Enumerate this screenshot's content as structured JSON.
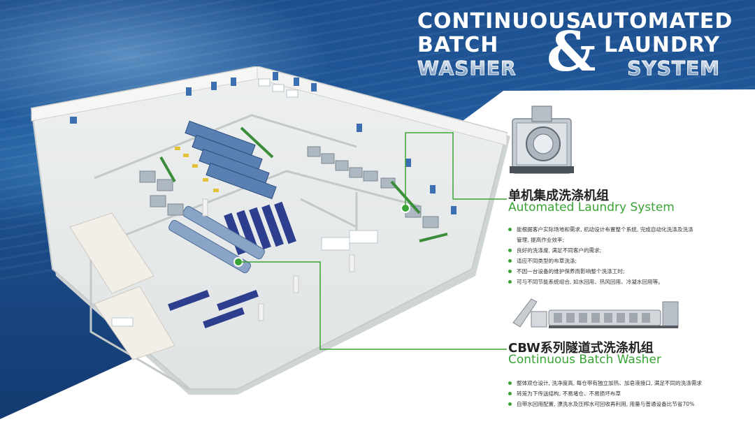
{
  "headline": {
    "left_lines": [
      "CONTINUOUS",
      "BATCH"
    ],
    "left_ghost": "WASHER",
    "ampersand": "&",
    "right_lines": [
      "AUTOMATED",
      "LAUNDRY"
    ],
    "right_ghost": "SYSTEM"
  },
  "automated": {
    "title_cn": "单机集成洗涤机组",
    "title_en": "Automated Laundry System",
    "bullets": [
      "能根据客户实际场地和需求, 机动设计布置整个系统, 完成自动化洗涤及洗涤",
      "管理, 提高作业效率;",
      "良好的洗涤度, 满足不同客户的需求;",
      "适应不同类型的布草洗涤;",
      "不因一台设备的维护保养而影响整个洗涤工时;",
      "可与不同节能系统组合, 如水回用、热风回用、冷凝水回用等。"
    ]
  },
  "cbw": {
    "title_cn": "CBW系列隧道式洗涤机组",
    "title_en": "Continuous Batch Washer",
    "bullets": [
      "整体双仓设计, 洗净度高, 每仓带有独立加热、加皂液接口, 满足不同的洗涤需求",
      "转笼为下传送结构, 不易堵仓、不易损坏布草",
      "自带水回用配置, 漂洗水及压榨水可回收再利用, 用量与普通设备比节省70%"
    ]
  },
  "colors": {
    "accent_green": "#3aa335",
    "ocean_blue": "#1d4f8e"
  }
}
